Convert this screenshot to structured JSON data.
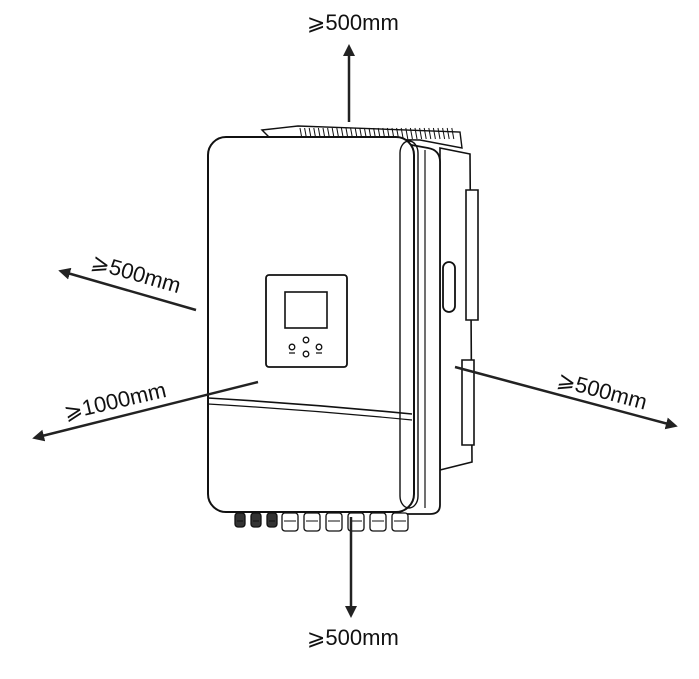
{
  "clearances": {
    "top": "⩾500mm",
    "bottom": "⩾500mm",
    "left": "⩾500mm",
    "front": "⩾1000mm",
    "right": "⩾500mm"
  },
  "colors": {
    "line": "#111111",
    "arrow": "#222222",
    "screen": "#ffffff"
  },
  "icons": {
    "display": "lcd-screen-icon",
    "indicators": [
      "led-indicator-icon",
      "led-indicator-icon",
      "led-indicator-icon"
    ]
  }
}
